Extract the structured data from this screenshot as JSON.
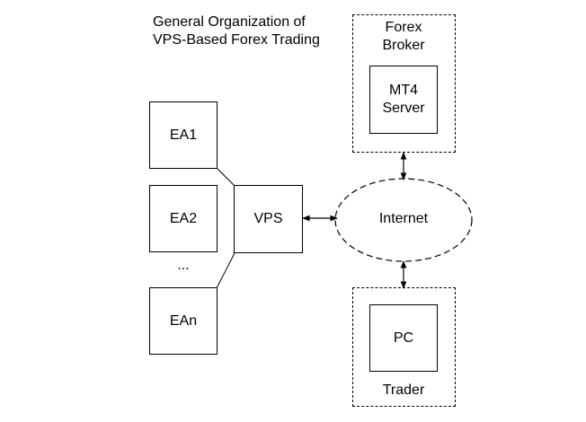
{
  "title": "General Organization of\nVPS-Based Forex Trading",
  "nodes": {
    "ea1": "EA1",
    "ea2": "EA2",
    "ellipsis": "...",
    "ean": "EAn",
    "vps": "VPS",
    "internet": "Internet",
    "forex_broker": "Forex\nBroker",
    "mt4_server": "MT4\nServer",
    "pc": "PC",
    "trader": "Trader"
  }
}
